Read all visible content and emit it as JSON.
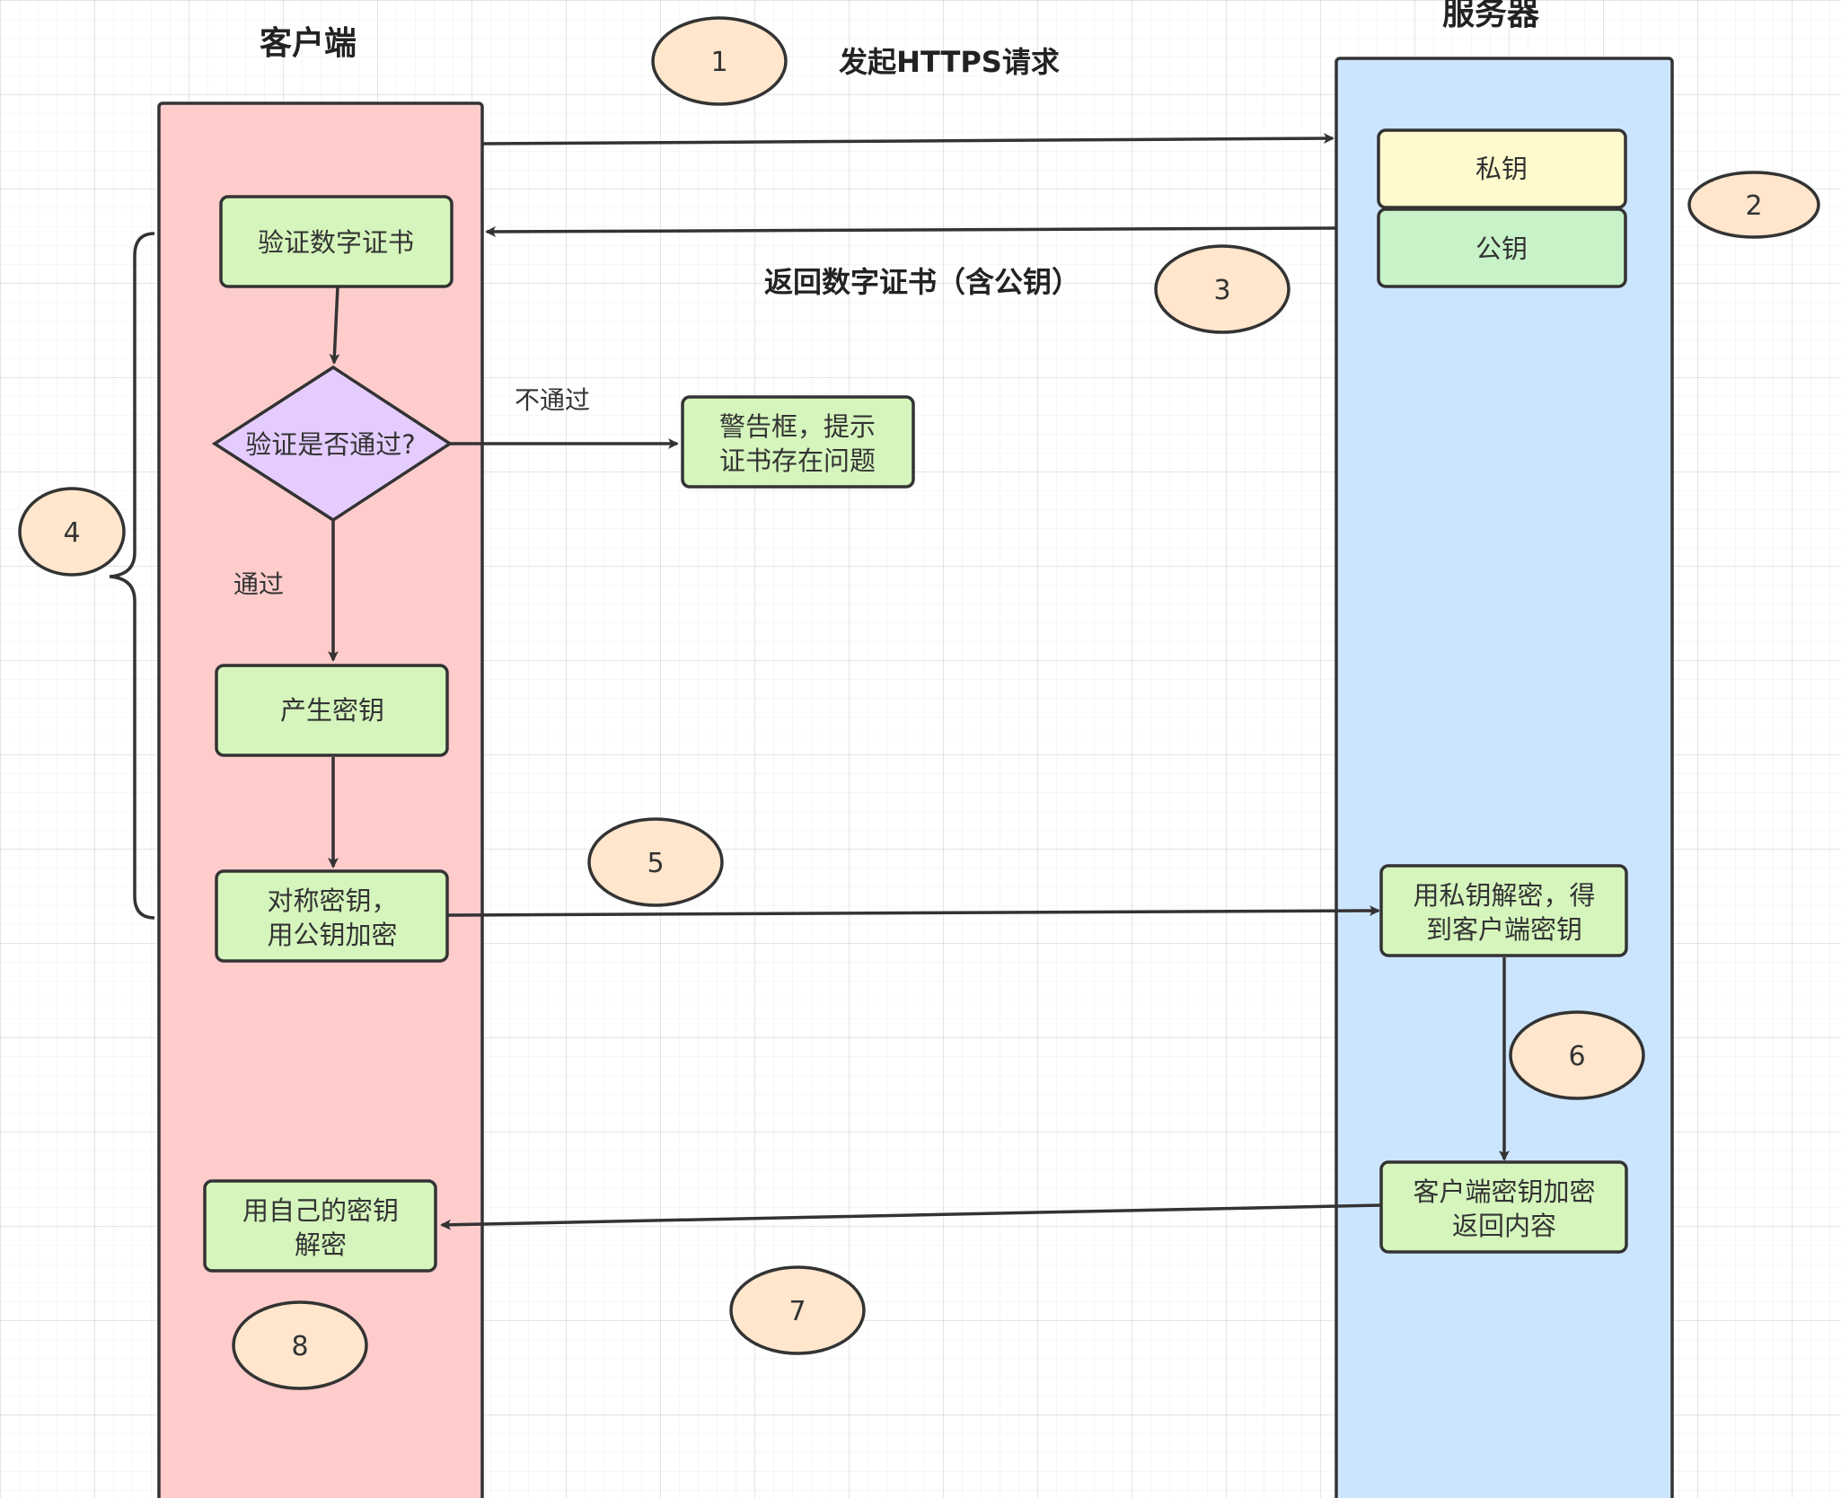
{
  "lanes": {
    "client_title": "客户端",
    "server_title": "服务器"
  },
  "nodes": {
    "private_key": "私钥",
    "public_key": "公钥",
    "verify_cert": "验证数字证书",
    "verify_decision": "验证是否通过?",
    "warning_line1": "警告框，提示",
    "warning_line2": "证书存在问题",
    "generate_key": "产生密钥",
    "symmetric_line1": "对称密钥，",
    "symmetric_line2": "用公钥加密",
    "server_decrypt_line1": "用私钥解密，得",
    "server_decrypt_line2": "到客户端密钥",
    "server_encrypt_line1": "客户端密钥加密",
    "server_encrypt_line2": "返回内容",
    "client_decrypt_line1": "用自己的密钥",
    "client_decrypt_line2": "解密"
  },
  "edge_labels": {
    "https_request": "发起HTTPS请求",
    "return_cert": "返回数字证书（含公钥）",
    "not_passed": "不通过",
    "passed": "通过"
  },
  "steps": [
    "1",
    "2",
    "3",
    "4",
    "5",
    "6",
    "7",
    "8"
  ],
  "colors": {
    "client_lane": "#ffcccc",
    "server_lane": "#cce5ff",
    "process_node": "#d5f5bc",
    "private_key_node": "#fffacd",
    "public_key_node": "#c8f2c8",
    "decision_node": "#e5ccff",
    "step_badge": "#ffe6cc",
    "stroke": "#333333"
  }
}
